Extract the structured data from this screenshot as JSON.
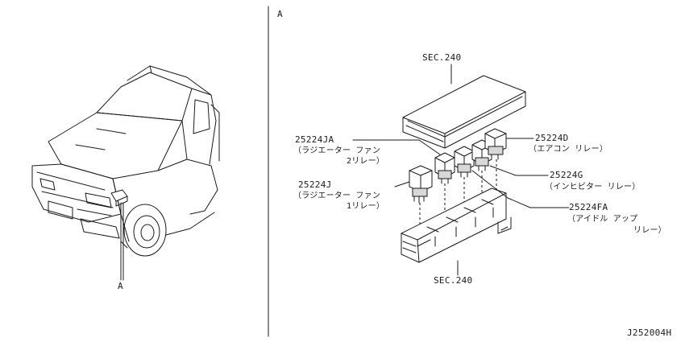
{
  "view_marker": "A",
  "car_view_callout": "A",
  "fuse_box_cover_label": "SEC.240",
  "fuse_box_base_label": "SEC.240",
  "relays": [
    {
      "part_no": "25224JA",
      "desc_lines": [
        "（ラジエーター ファン",
        "2リレー）"
      ]
    },
    {
      "part_no": "25224J",
      "desc_lines": [
        "（ラジエーター ファン",
        "1リレー）"
      ]
    },
    {
      "part_no": "25224D",
      "desc_lines": [
        "（エアコン リレー）"
      ]
    },
    {
      "part_no": "25224G",
      "desc_lines": [
        "（インヒビター リレー）"
      ]
    },
    {
      "part_no": "25224FA",
      "desc_lines": [
        "（アイドル アップ",
        "リレー）"
      ]
    }
  ],
  "figure_id": "J252004H"
}
